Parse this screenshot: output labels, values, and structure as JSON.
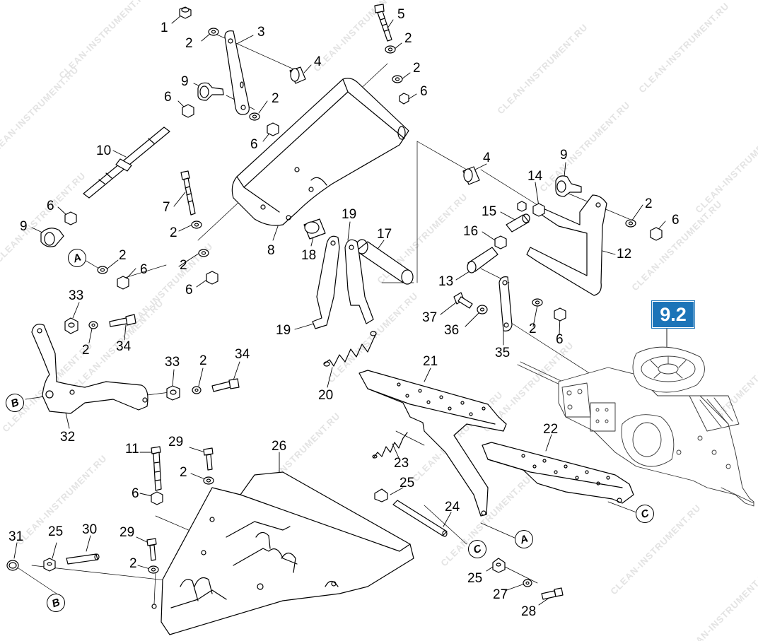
{
  "watermark": "CLEAN-INSTRUMENT.RU",
  "reference_badge": "9.2",
  "connectors": {
    "A": "A",
    "B": "B",
    "C": "C"
  },
  "callouts": {
    "c1": "1",
    "c2a": "2",
    "c3": "3",
    "c4a": "4",
    "c5": "5",
    "c2b": "2",
    "c2c": "2",
    "c6a": "6",
    "c9a": "9",
    "c6b": "6",
    "c2d": "2",
    "c6c": "6",
    "c10": "10",
    "c7": "7",
    "c6d": "6",
    "c9b": "9",
    "c2e": "2",
    "c6e": "6",
    "c2f": "2",
    "c8": "8",
    "c2g": "2",
    "c6f": "6",
    "c18": "18",
    "c19a": "19",
    "c17": "17",
    "c19b": "19",
    "c4b": "4",
    "c9c": "9",
    "c14": "14",
    "c15": "15",
    "c16": "16",
    "c2h": "2",
    "c6g": "6",
    "c12": "12",
    "c13": "13",
    "c37": "37",
    "c36": "36",
    "c2i": "2",
    "c6h": "6",
    "c35": "35",
    "c33a": "33",
    "c2j": "2",
    "c34a": "34",
    "c33b": "33",
    "c2k": "2",
    "c34b": "34",
    "c32": "32",
    "c20": "20",
    "c21": "21",
    "c22": "22",
    "c23": "23",
    "c11": "11",
    "c29a": "29",
    "c26": "26",
    "c2l": "2",
    "c6i": "6",
    "c25a": "25",
    "c24": "24",
    "c31": "31",
    "c25b": "25",
    "c30": "30",
    "c29b": "29",
    "c2m": "2",
    "c25c": "25",
    "c27": "27",
    "c28": "28"
  }
}
